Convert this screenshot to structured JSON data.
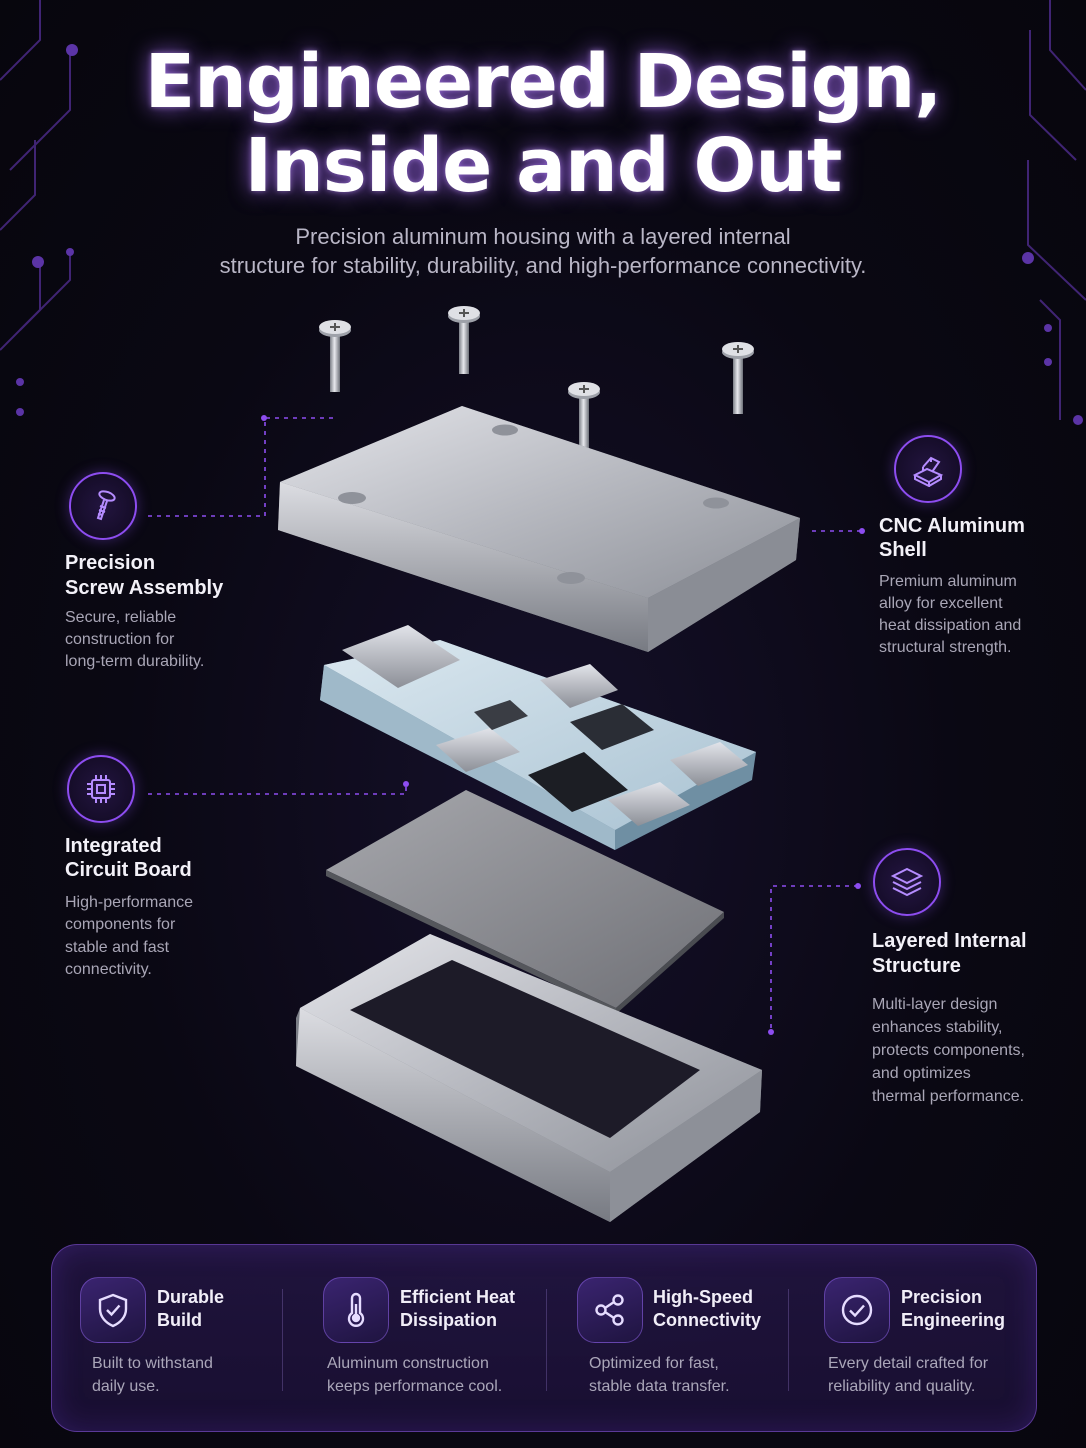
{
  "header": {
    "title_line1": "Engineered Design,",
    "title_line2": "Inside and Out",
    "subtitle_line1": "Precision aluminum housing with a layered internal",
    "subtitle_line2": "structure for stability, durability, and high-performance connectivity."
  },
  "features": [
    {
      "icon": "screw-icon",
      "title_line1": "Precision",
      "title_line2": "Screw Assembly",
      "desc": [
        "Secure, reliable",
        "construction for",
        "long-term durability."
      ]
    },
    {
      "icon": "chip-icon",
      "title_line1": "Integrated",
      "title_line2": "Circuit Board",
      "desc": [
        "High-performance",
        "components for",
        "stable and fast",
        "connectivity."
      ]
    },
    {
      "icon": "aluminum-block-icon",
      "title_line1": "CNC Aluminum",
      "title_line2": "Shell",
      "desc": [
        "Premium aluminum",
        "alloy for excellent",
        "heat dissipation and",
        "structural strength."
      ]
    },
    {
      "icon": "layers-icon",
      "title_line1": "Layered Internal",
      "title_line2": "Structure",
      "desc": [
        "Multi-layer design",
        "enhances stability,",
        "protects components,",
        "and optimizes",
        "thermal performance."
      ]
    }
  ],
  "benefits": [
    {
      "icon": "shield-check-icon",
      "title_line1": "Durable",
      "title_line2": "Build",
      "desc_line1": "Built to withstand",
      "desc_line2": "daily use."
    },
    {
      "icon": "thermometer-icon",
      "title_line1": "Efficient Heat",
      "title_line2": "Dissipation",
      "desc_line1": "Aluminum construction",
      "desc_line2": "keeps performance cool."
    },
    {
      "icon": "share-network-icon",
      "title_line1": "High-Speed",
      "title_line2": "Connectivity",
      "desc_line1": "Optimized for fast,",
      "desc_line2": "stable data transfer."
    },
    {
      "icon": "check-circle-icon",
      "title_line1": "Precision",
      "title_line2": "Engineering",
      "desc_line1": "Every detail crafted for",
      "desc_line2": "reliability and quality."
    }
  ],
  "colors": {
    "accent": "#8d4df0",
    "background": "#0a0813",
    "metal": "#c9cbd1",
    "pcb": "#cfe0ea"
  }
}
